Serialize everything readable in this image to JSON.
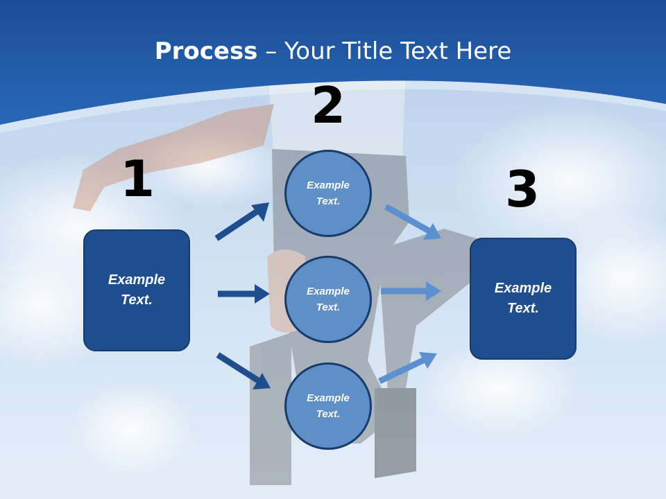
{
  "title": {
    "bold": "Process",
    "rest": " – Your Title Text Here"
  },
  "steps": {
    "one": "1",
    "two": "2",
    "three": "3"
  },
  "left_box": {
    "text": "Example\nText."
  },
  "right_box": {
    "text": "Example\nText."
  },
  "circles": [
    {
      "text": "Example\nText."
    },
    {
      "text": "Example\nText."
    },
    {
      "text": "Example\nText."
    }
  ],
  "colors": {
    "header_blue": "#1f5aa8",
    "box_fill": "#1f4e8f",
    "circle_fill": "#5f8fc7",
    "arrow_dark": "#1f4e8f",
    "arrow_light": "#5b8fcf",
    "sky": "#c9dcef"
  }
}
